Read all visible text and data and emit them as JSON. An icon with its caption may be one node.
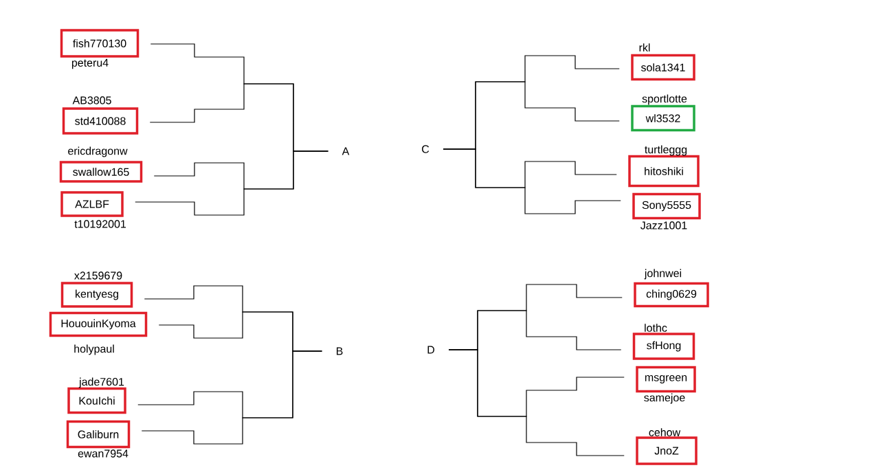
{
  "diagram": {
    "nodes": [
      {
        "text": [
          "fish770130"
        ],
        "beside": [
          "peteru4"
        ]
      },
      {
        "text": [
          "std410088"
        ],
        "beside": [
          "AB3805"
        ]
      },
      {
        "text": [
          "swallow165"
        ],
        "beside": [
          "ericdragonw"
        ]
      },
      {
        "text": [
          "AZLBF"
        ],
        "beside": [
          "t10192001"
        ]
      },
      {
        "text": [
          "A"
        ]
      },
      {
        "text": [
          "C"
        ]
      },
      {
        "text": [
          "sola1341"
        ],
        "beside": [
          "rkl"
        ]
      },
      {
        "text": [
          "wl3532"
        ],
        "beside": [
          "sportlotte"
        ]
      },
      {
        "text": [
          "hitoshiki"
        ],
        "beside": [
          "turtleggg"
        ]
      },
      {
        "text": [
          "Sony5555"
        ],
        "beside": [
          "Jazz1001"
        ]
      },
      {
        "text": [
          "kentyesg"
        ],
        "beside": [
          "x2159679"
        ]
      },
      {
        "text": [
          "HououinKyoma"
        ],
        "beside": [
          "holypaul"
        ]
      },
      {
        "text": [
          "KouIchi"
        ],
        "beside": [
          "jade7601"
        ]
      },
      {
        "text": [
          "Galiburn"
        ],
        "beside": [
          "ewan7954"
        ]
      },
      {
        "text": [
          "B"
        ]
      },
      {
        "text": [
          "D"
        ]
      },
      {
        "text": [
          "ching0629"
        ],
        "beside": [
          "johnwei"
        ]
      },
      {
        "text": [
          "sfHong"
        ],
        "beside": [
          "lothc"
        ]
      },
      {
        "text": [
          "msgreen"
        ],
        "beside": [
          "samejoe"
        ]
      },
      {
        "text": [
          "JnoZ"
        ],
        "beside": [
          "cehow"
        ]
      }
    ],
    "edges": [
      {
        "from": 0,
        "to": 4,
        "arrow": "none"
      },
      {
        "from": 1,
        "to": 4,
        "arrow": "none"
      },
      {
        "from": 2,
        "to": 4,
        "arrow": "none"
      },
      {
        "from": 3,
        "to": 4,
        "arrow": "none"
      },
      {
        "from": 6,
        "to": 5,
        "arrow": "none"
      },
      {
        "from": 7,
        "to": 5,
        "arrow": "none"
      },
      {
        "from": 8,
        "to": 5,
        "arrow": "none"
      },
      {
        "from": 9,
        "to": 5,
        "arrow": "none"
      },
      {
        "from": 10,
        "to": 14,
        "arrow": "none"
      },
      {
        "from": 11,
        "to": 14,
        "arrow": "none"
      },
      {
        "from": 12,
        "to": 14,
        "arrow": "none"
      },
      {
        "from": 13,
        "to": 14,
        "arrow": "none"
      },
      {
        "from": 16,
        "to": 15,
        "arrow": "none"
      },
      {
        "from": 17,
        "to": 15,
        "arrow": "none"
      },
      {
        "from": 18,
        "to": 15,
        "arrow": "none"
      },
      {
        "from": 19,
        "to": 15,
        "arrow": "none"
      }
    ]
  }
}
